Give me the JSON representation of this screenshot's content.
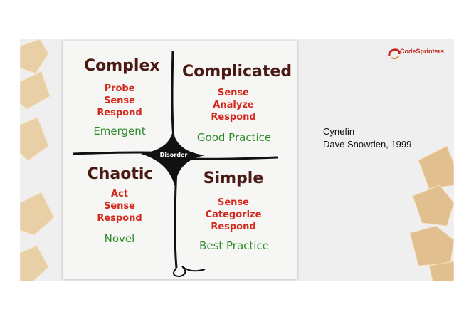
{
  "quadrants": {
    "complex": {
      "title": "Complex",
      "steps": [
        "Probe",
        "Sense",
        "Respond"
      ],
      "practice": "Emergent"
    },
    "complicated": {
      "title": "Complicated",
      "steps": [
        "Sense",
        "Analyze",
        "Respond"
      ],
      "practice": "Good Practice"
    },
    "chaotic": {
      "title": "Chaotic",
      "steps": [
        "Act",
        "Sense",
        "Respond"
      ],
      "practice": "Novel"
    },
    "simple": {
      "title": "Simple",
      "steps": [
        "Sense",
        "Categorize",
        "Respond"
      ],
      "practice": "Best Practice"
    }
  },
  "center_label": "Disorder",
  "caption": {
    "line1": "Cynefin",
    "line2": "Dave Snowden, 1999"
  },
  "logo": {
    "name": "CodeSprinters"
  },
  "colors": {
    "title": "#4a1a12",
    "steps": "#d32a1d",
    "practice": "#2e8b28",
    "decoration": "#e8c99e"
  }
}
